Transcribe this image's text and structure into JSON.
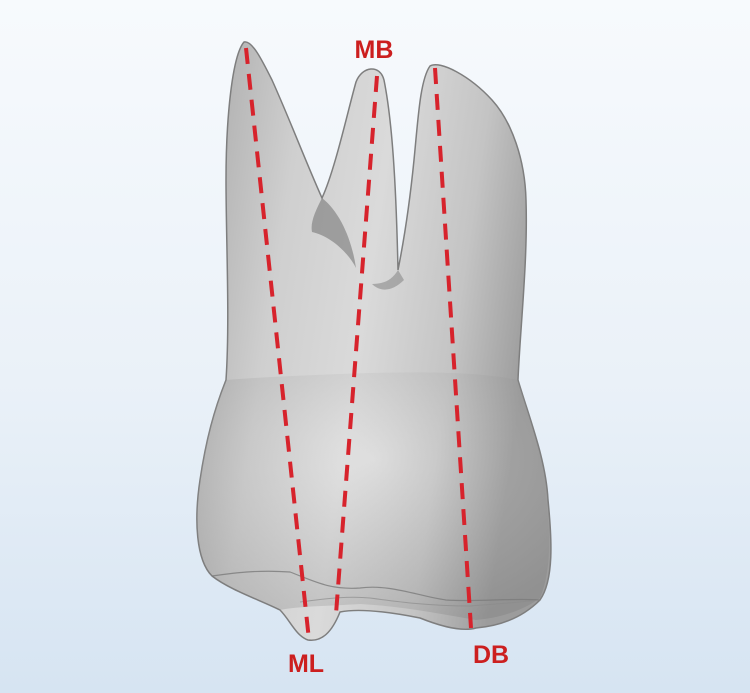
{
  "labels": {
    "mb": "MB",
    "ml": "ML",
    "db": "DB"
  },
  "colors": {
    "background_top": "#f7fafd",
    "background_bottom": "#d6e4f2",
    "tooth_light": "#d8d8d8",
    "tooth_mid": "#b8b8b8",
    "tooth_dark": "#8f8f8f",
    "dashed_line": "#d7232c",
    "label": "#cc1f1f"
  }
}
